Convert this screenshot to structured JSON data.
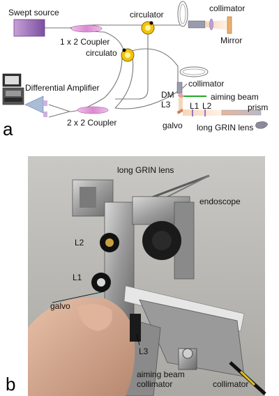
{
  "panel_a": {
    "letter": "a",
    "swept_source": "Swept source",
    "coupler_1x2": "1 x 2 Coupler",
    "circulator_top": "circulator",
    "collimator_top": "collimator",
    "mirror": "Mirror",
    "circulator_mid": "circulato",
    "differential_amplifier": "Differential Amplifier",
    "coupler_2x2": "2 x 2 Coupler",
    "collimator_probe": "collimator",
    "dm": "DM",
    "aiming_beam": "aiming beam",
    "l3": "L3",
    "l1": "L1",
    "l2": "L2",
    "galvo": "galvo",
    "prism": "prism",
    "long_grin_lens": "long GRIN lens"
  },
  "panel_b": {
    "letter": "b",
    "long_grin_lens": "long GRIN lens",
    "endoscope": "endoscope",
    "l2": "L2",
    "l1": "L1",
    "galvo": "galvo",
    "l3": "L3",
    "aiming_beam_collimator_line1": "aiming beam",
    "aiming_beam_collimator_line2": "collimator",
    "collimator": "collimator"
  },
  "colors": {
    "coupler": "#d98ad0",
    "circulator": "#f2c40a",
    "photo_background": "#b9b8b3",
    "aiming_beam": "#22aa22",
    "grin_lens": "#d9b9a0"
  }
}
